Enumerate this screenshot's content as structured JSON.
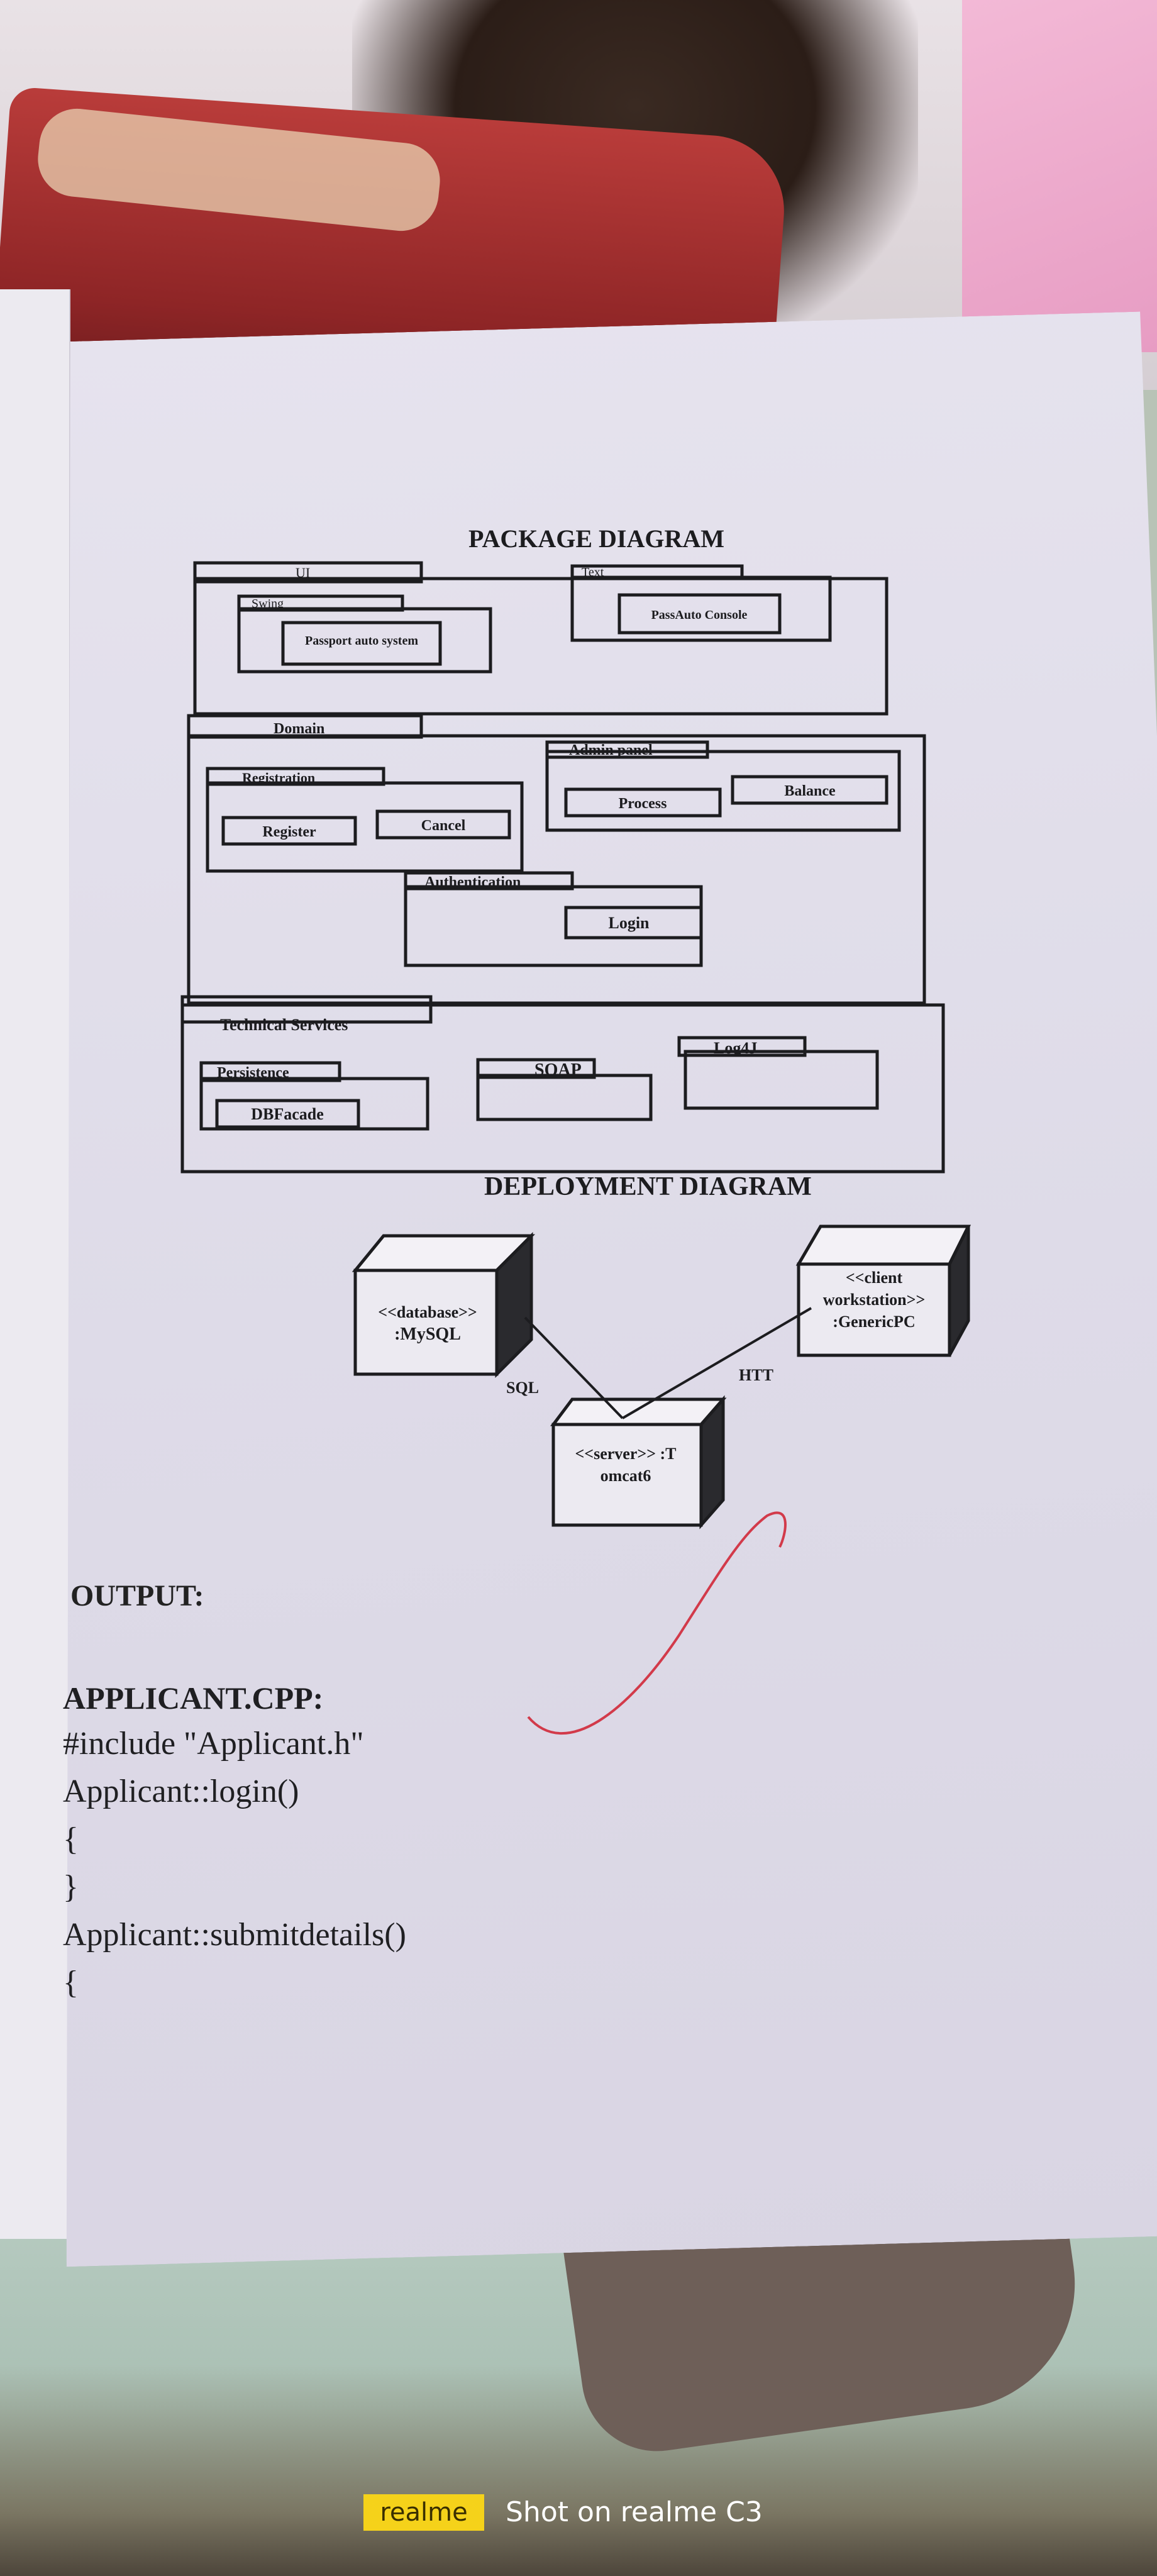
{
  "package_diagram": {
    "title": "PACKAGE DIAGRAM",
    "ui": {
      "label": "UI",
      "swing": {
        "label": "Swing",
        "child": "Passport auto system"
      },
      "text": {
        "label": "Text",
        "child": "PassAuto Console"
      }
    },
    "domain": {
      "label": "Domain",
      "registration": {
        "label": "Registration",
        "items": [
          "Register",
          "Cancel"
        ]
      },
      "admin_panel": {
        "label": "Admin panel",
        "items": [
          "Process",
          "Balance"
        ]
      },
      "authentication": {
        "label": "Authentication",
        "items": [
          "Login"
        ]
      }
    },
    "technical_services": {
      "label": "Technical Services",
      "persistence": {
        "label": "Persistence",
        "child": "DBFacade"
      },
      "soap": {
        "label": "SOAP"
      },
      "log4j": {
        "label": "Log4J"
      }
    }
  },
  "deployment_diagram": {
    "title": "DEPLOYMENT DIAGRAM",
    "database_node": [
      "<<database>>",
      ":MySQL"
    ],
    "client_node": [
      "<<client",
      "workstation>>",
      ":GenericPC"
    ],
    "server_node": [
      "<<server>> :T",
      "omcat6"
    ],
    "link_sql": "SQL",
    "link_http": "HTT"
  },
  "output": {
    "heading": "OUTPUT:",
    "file_heading": "APPLICANT.CPP:",
    "code_lines": [
      "#include \"Applicant.h\"",
      "Applicant::login()",
      "{",
      "}",
      "Applicant::submitdetails()",
      "{"
    ]
  },
  "watermark": {
    "brand": "realme",
    "caption": "Shot on realme C3"
  },
  "colors": {
    "paper": "#dedbe8",
    "ink": "#1c1c1f",
    "pen_red": "#d23a4a",
    "watermark_yellow": "#f5d21a"
  }
}
